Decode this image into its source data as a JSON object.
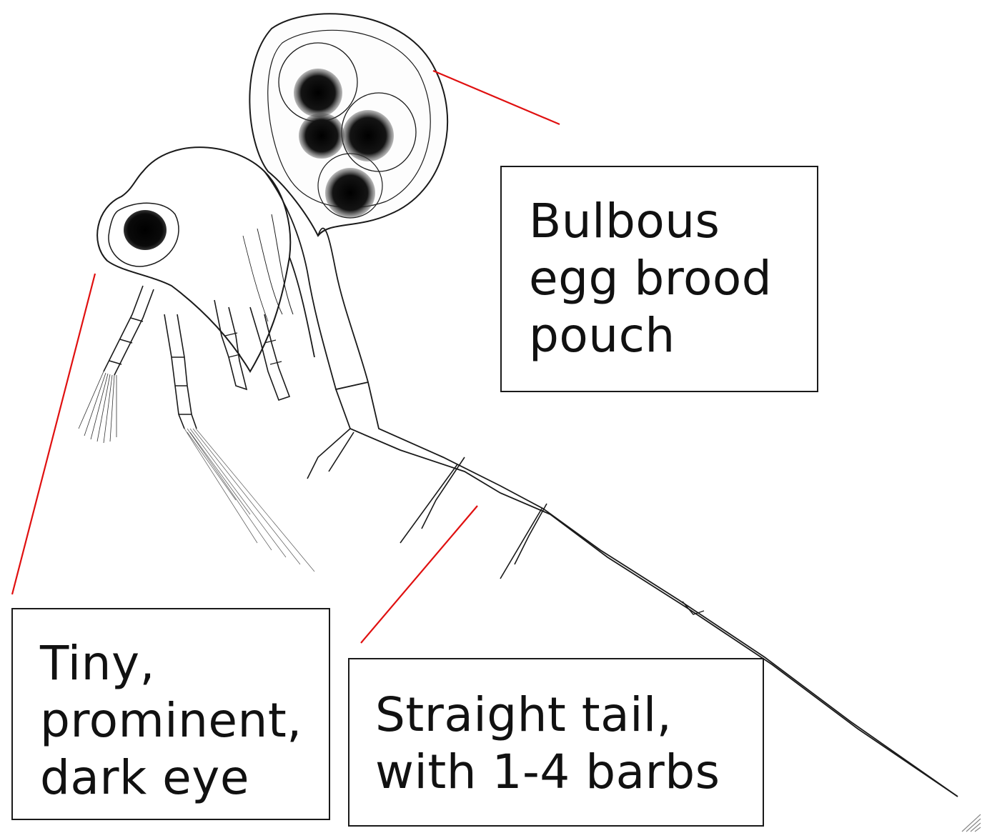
{
  "diagram": {
    "subject": "water flea (cladoceran) line drawing",
    "leader_line_color": "#e01010",
    "ink_color": "#1a1a1a",
    "labels": {
      "pouch": {
        "line1": "Bulbous",
        "line2": "egg brood",
        "line3": "pouch"
      },
      "eye": {
        "line1": "Tiny,",
        "line2": "prominent,",
        "line3": "dark eye"
      },
      "tail": {
        "line1": "Straight tail,",
        "line2": "with 1-4 barbs"
      }
    }
  }
}
